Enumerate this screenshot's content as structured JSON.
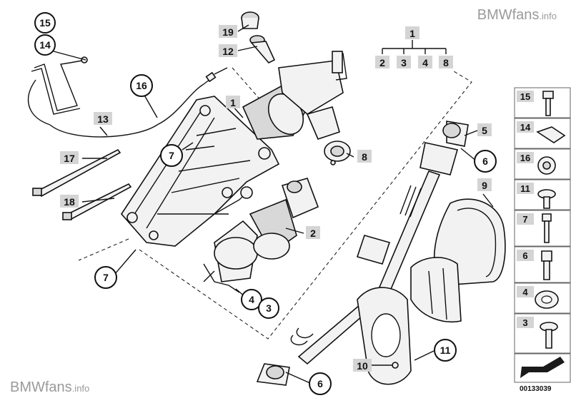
{
  "watermark": {
    "brand": "BMWfans",
    "suffix": ".info"
  },
  "diagram_number": "00133039",
  "group_label": "1",
  "group_items": [
    "2",
    "3",
    "4",
    "8"
  ],
  "callouts": {
    "c15": "15",
    "c14": "14",
    "c16": "16",
    "c13": "13",
    "c19": "19",
    "c12": "12",
    "c1": "1",
    "c7a": "7",
    "c17": "17",
    "c18": "18",
    "c7b": "7",
    "c8": "8",
    "c5": "5",
    "c6a": "6",
    "c9": "9",
    "c2": "2",
    "c4": "4",
    "c3": "3",
    "c10": "10",
    "c11": "11",
    "c6b": "6"
  },
  "legend": [
    "15",
    "14",
    "16",
    "11",
    "7",
    "6",
    "4",
    "3"
  ]
}
